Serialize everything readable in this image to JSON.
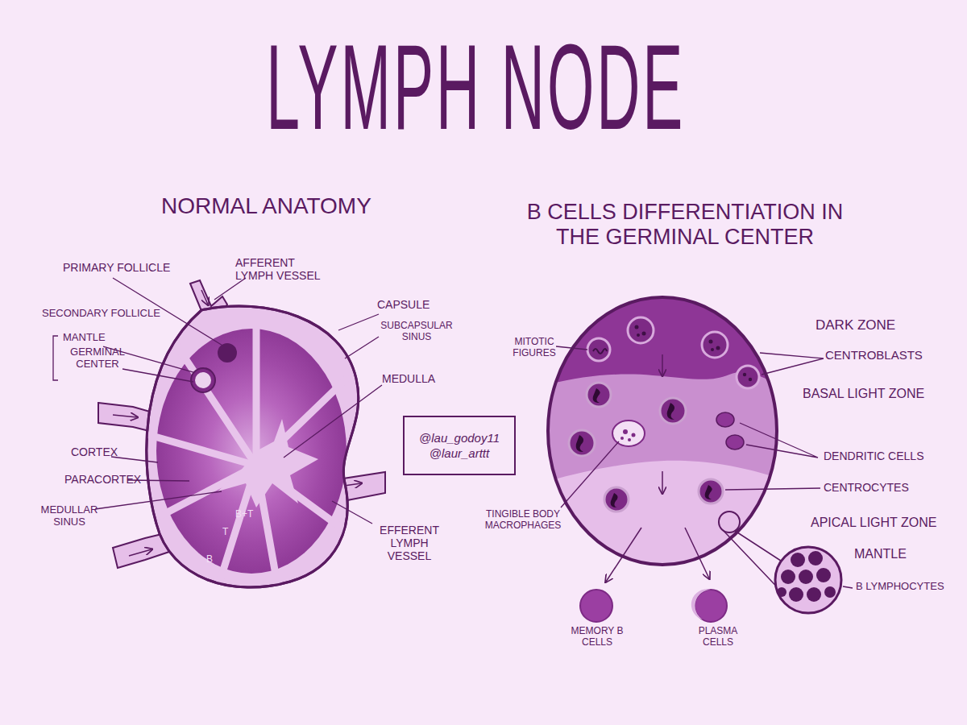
{
  "diagram": {
    "title": "LYMPH NODE",
    "nodes": [
      {
        "text": [
          "@lau_godoy11 @laur_arttt"
        ]
      }
    ],
    "labels": [
      "NORMAL ANATOMY",
      "B CELLS DIFFERENTIATION IN THE GERMINAL CENTER",
      "PRIMARY FOLLICLE",
      "AFFERENT LYMPH VESSEL",
      "SECONDARY FOLLICLE",
      "MANTLE",
      "GERMINAL CENTER",
      "CAPSULE",
      "SUBCAPSULAR SINUS",
      "MEDULLA",
      "CORTEX",
      "PARACORTEX",
      "MEDULLAR SINUS",
      "EFFERENT LYMPH VESSEL",
      "B+T",
      "T",
      "B",
      "MITOTIC FIGURES",
      "DARK ZONE",
      "CENTROBLASTS",
      "BASAL LIGHT ZONE",
      "DENDRITIC CELLS",
      "CENTROCYTES",
      "TINGIBLE BODY MACROPHAGES",
      "APICAL LIGHT ZONE",
      "MANTLE",
      "B LYMPHOCYTES",
      "MEMORY B CELLS",
      "PLASMA CELLS"
    ]
  }
}
